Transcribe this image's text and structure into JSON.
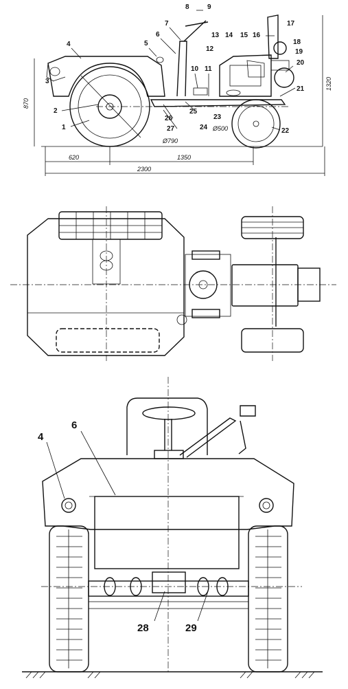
{
  "side_view": {
    "callouts": [
      "1",
      "2",
      "3",
      "4",
      "5",
      "6",
      "7",
      "8",
      "9",
      "10",
      "11",
      "12",
      "13",
      "14",
      "15",
      "16",
      "17",
      "18",
      "19",
      "20",
      "21",
      "22",
      "23",
      "24",
      "25",
      "26",
      "27"
    ],
    "dimensions": {
      "front_overhang": "620",
      "wheelbase": "1350",
      "overall_length": "2300",
      "body_height": "870",
      "overall_height": "1320",
      "rear_wheel_diameter": "Ø790",
      "front_wheel_diameter": "Ø500"
    }
  },
  "rear_view": {
    "callouts": [
      "4",
      "6",
      "28",
      "29"
    ]
  }
}
